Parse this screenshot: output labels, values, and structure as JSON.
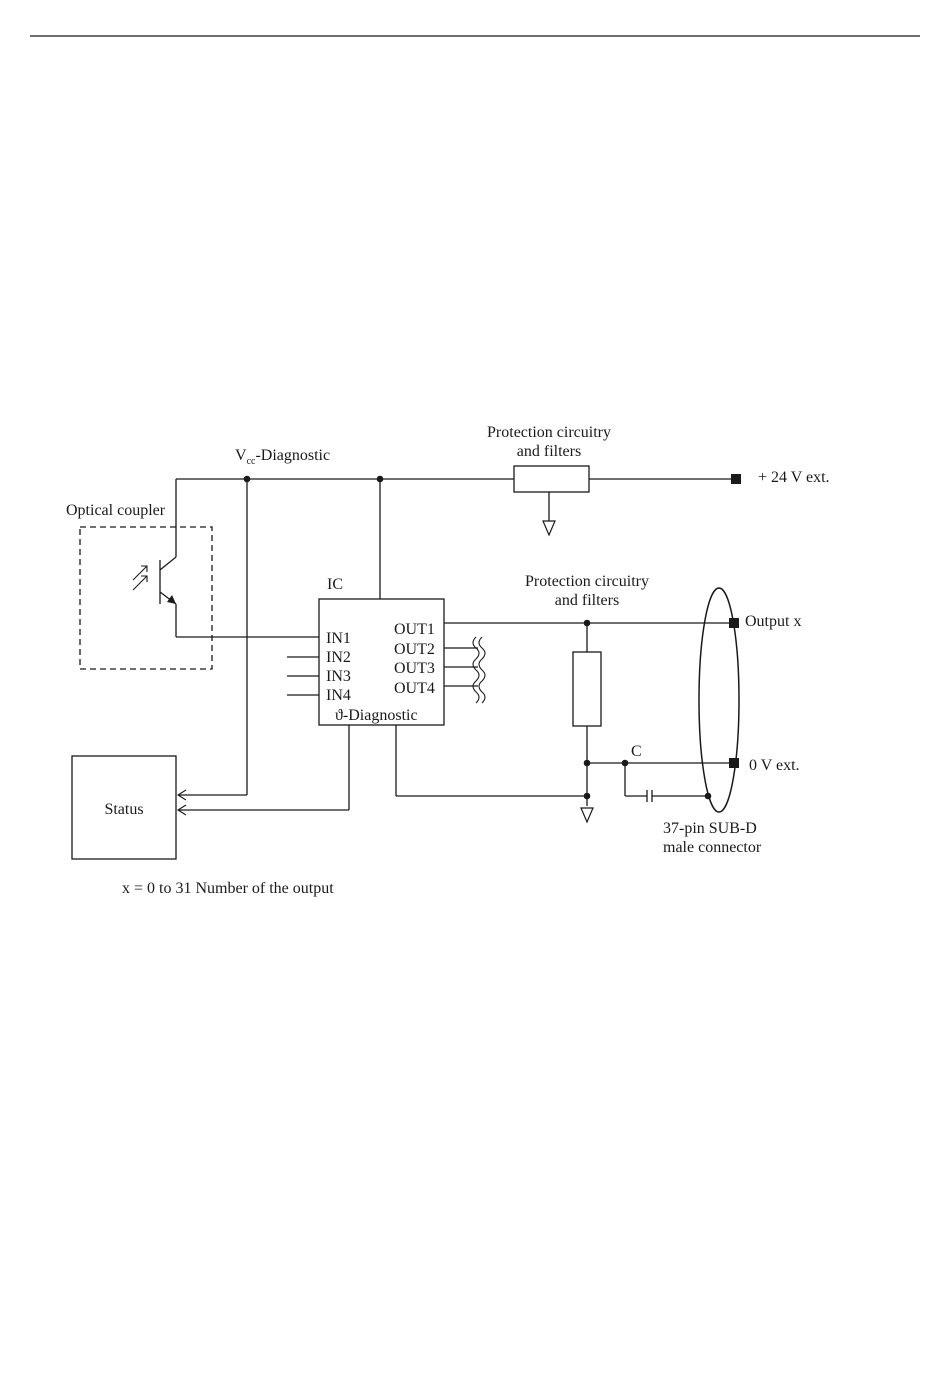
{
  "diagram": {
    "labels": {
      "vcc_prefix": "V",
      "vcc_sub": "cc",
      "vcc_suffix": "-Diagnostic",
      "protection_top_line1": "Protection circuitry",
      "protection_top_line2": "and filters",
      "supply_24v": "+ 24 V ext.",
      "optical_coupler": "Optical coupler",
      "ic": "IC",
      "in1": "IN1",
      "in2": "IN2",
      "in3": "IN3",
      "in4": "IN4",
      "out1": "OUT1",
      "out2": "OUT2",
      "out3": "OUT3",
      "out4": "OUT4",
      "theta_diagnostic": "ϑ-Diagnostic",
      "protection_mid_line1": "Protection circuitry",
      "protection_mid_line2": "and filters",
      "output_x": "Output x",
      "capacitor": "C",
      "zero_v": "0 V ext.",
      "connector_line1": "37-pin SUB-D",
      "connector_line2": "male connector",
      "status": "Status",
      "footnote": "x = 0 to 31  Number of the output"
    }
  }
}
